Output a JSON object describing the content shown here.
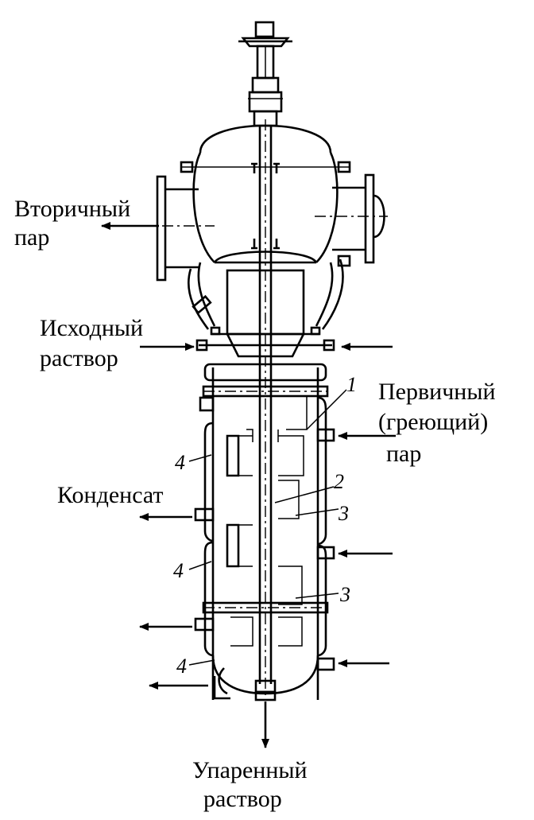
{
  "labels": {
    "secondary_steam_1": "Вторичный",
    "secondary_steam_2": "пар",
    "feed_solution_1": "Исходный",
    "feed_solution_2": "раствор",
    "primary_steam_1": "Первичный",
    "primary_steam_2": "(греющий)",
    "primary_steam_3": "пар",
    "condensate": "Конденсат",
    "evaporated_solution_1": "Упаренный",
    "evaporated_solution_2": "раствор"
  },
  "callouts": {
    "n1": "1",
    "n2": "2",
    "n3a": "3",
    "n3b": "3",
    "n4a": "4",
    "n4b": "4",
    "n4c": "4"
  }
}
